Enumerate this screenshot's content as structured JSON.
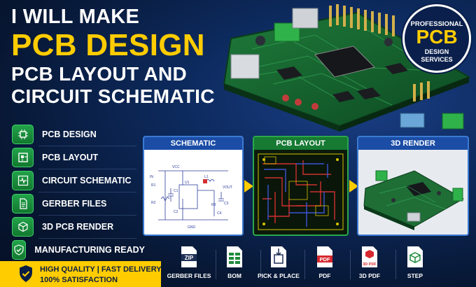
{
  "headline": {
    "line1": "I WILL MAKE",
    "line2": "PCB DESIGN",
    "line3": "PCB LAYOUT AND",
    "line4": "CIRCUIT SCHEMATIC"
  },
  "badge_circle": {
    "top": "PROFESSIONAL",
    "middle": "PCB",
    "bottom1": "DESIGN",
    "bottom2": "SERVICES"
  },
  "features": [
    {
      "label": "PCB DESIGN",
      "icon": "chip-icon"
    },
    {
      "label": "PCB LAYOUT",
      "icon": "board-icon"
    },
    {
      "label": "CIRCUIT SCHEMATIC",
      "icon": "schematic-icon"
    },
    {
      "label": "GERBER FILES",
      "icon": "document-icon"
    },
    {
      "label": "3D PCB RENDER",
      "icon": "cube-icon"
    },
    {
      "label": "MANUFACTURING READY",
      "icon": "check-shield-icon"
    }
  ],
  "quality_badge": {
    "line1": "HIGH QUALITY | FAST DELIVERY",
    "line2": "100% SATISFACTION"
  },
  "panels": {
    "schematic": "SCHEMATIC",
    "layout": "PCB LAYOUT",
    "render": "3D RENDER"
  },
  "schematic_labels": {
    "vcc": "VCC",
    "u1": "U1",
    "l1": "L1",
    "vout": "VOUT",
    "gnd": "GND",
    "r1": "R1",
    "r2": "R2",
    "r3": "R3",
    "c1": "C1",
    "c2": "C2",
    "c3": "C3",
    "c4": "C4",
    "in": "IN"
  },
  "files": [
    {
      "label": "GERBER FILES",
      "icon": "zip-icon",
      "tag": "ZIP"
    },
    {
      "label": "BOM",
      "icon": "spreadsheet-icon",
      "tag": ""
    },
    {
      "label": "PICK & PLACE",
      "icon": "pick-place-icon",
      "tag": ""
    },
    {
      "label": "PDF",
      "icon": "pdf-icon",
      "tag": "PDF"
    },
    {
      "label": "3D PDF",
      "icon": "3d-pdf-icon",
      "tag": "3D PDF"
    },
    {
      "label": "STEP",
      "icon": "step-icon",
      "tag": ""
    }
  ],
  "colors": {
    "accent": "#ffcc00",
    "green": "#22a34a",
    "navy": "#0a1f4b",
    "blue": "#1b4da6"
  }
}
